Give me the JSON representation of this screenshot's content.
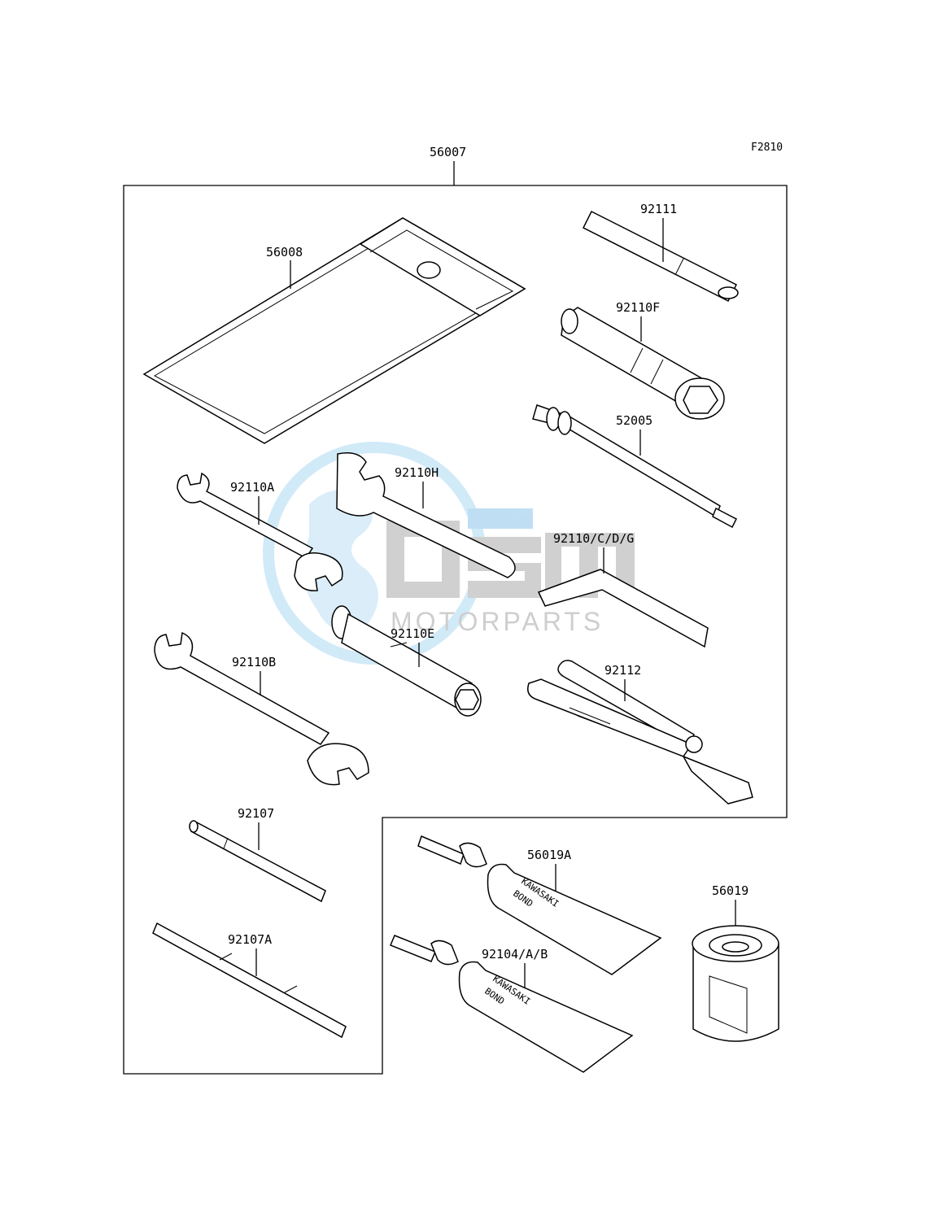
{
  "diagram_code": "F2810",
  "watermark": {
    "brand": "OSM",
    "subtitle": "MOTORPARTS",
    "colors": {
      "globe": "#bfe0f5",
      "letters": "#c8c8c8"
    }
  },
  "parts": {
    "tool_kit": "56007",
    "pouch": "56008",
    "tool_92111": "92111",
    "plug_wrench": "92110F",
    "tool_52005": "52005",
    "wrench_92110a": "92110A",
    "wrench_92110h": "92110H",
    "hex_wrench": "92110/C/D/G",
    "box_wrench": "92110E",
    "wrench_92110b": "92110B",
    "pliers": "92112",
    "screwdriver": "92107",
    "screwdriver_a": "92107A",
    "bond_56019a": "56019A",
    "bond_92104": "92104/A/B",
    "oil_filter": "56019"
  },
  "tube_text": {
    "line1": "KAWASAKI",
    "line2": "BOND"
  }
}
